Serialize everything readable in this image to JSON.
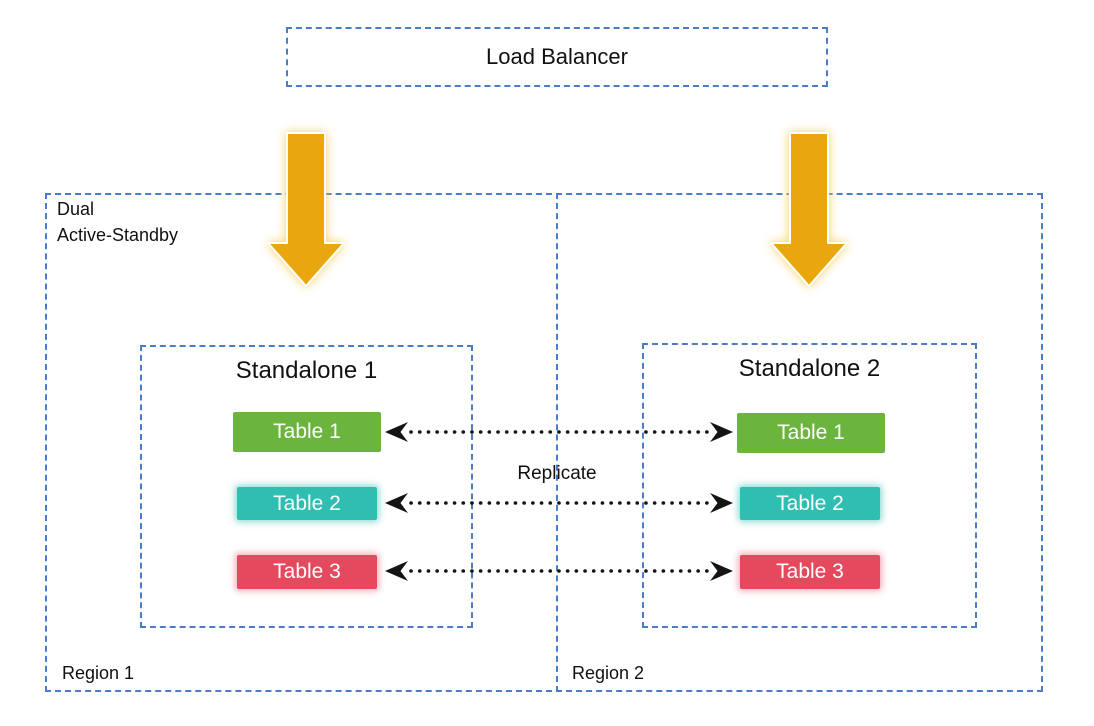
{
  "diagram": {
    "load_balancer_label": "Load Balancer",
    "group_label": {
      "line1": "Dual",
      "line2": "Active-Standby"
    },
    "replicate_label": "Replicate",
    "regions": [
      {
        "label": "Region 1",
        "standalone": {
          "title": "Standalone 1",
          "tables": [
            "Table 1",
            "Table 2",
            "Table 3"
          ]
        }
      },
      {
        "label": "Region 2",
        "standalone": {
          "title": "Standalone 2",
          "tables": [
            "Table 1",
            "Table 2",
            "Table 3"
          ]
        }
      }
    ],
    "colors": {
      "border_blue": "#4a7cc9",
      "table1_green": "#6bb43e",
      "table2_teal": "#2fbeb1",
      "table3_red": "#e5495e",
      "arrow_gold": "#eaa60d",
      "line_black": "#141414"
    }
  }
}
